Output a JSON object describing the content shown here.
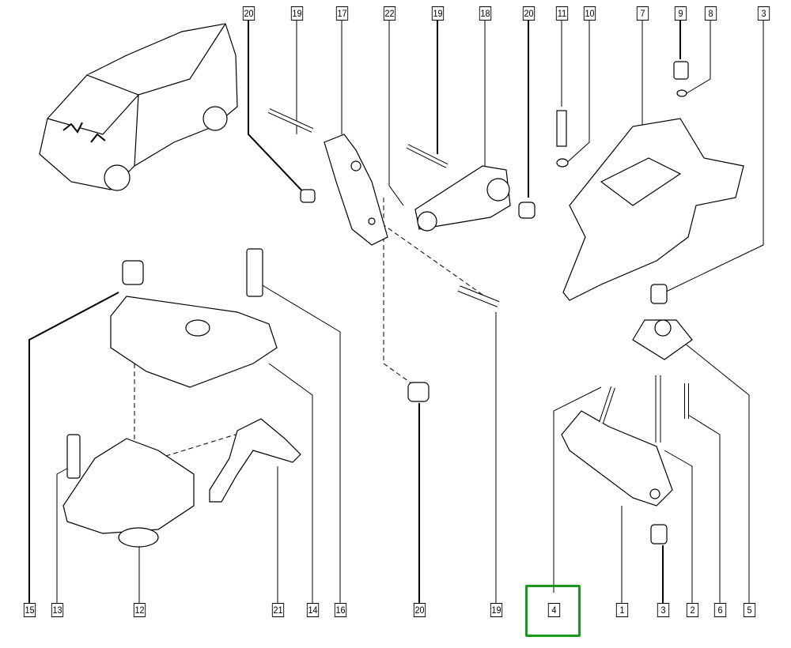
{
  "diagram": {
    "top_callouts": [
      "20",
      "19",
      "17",
      "22",
      "19",
      "18",
      "20",
      "11",
      "10",
      "7",
      "9",
      "8",
      "3"
    ],
    "bottom_callouts": [
      "15",
      "13",
      "12",
      "21",
      "14",
      "16",
      "20",
      "19",
      "4",
      "1",
      "3",
      "2",
      "6",
      "5"
    ],
    "highlighted_callout": "4",
    "highlight_color": "#1a9a1a"
  }
}
